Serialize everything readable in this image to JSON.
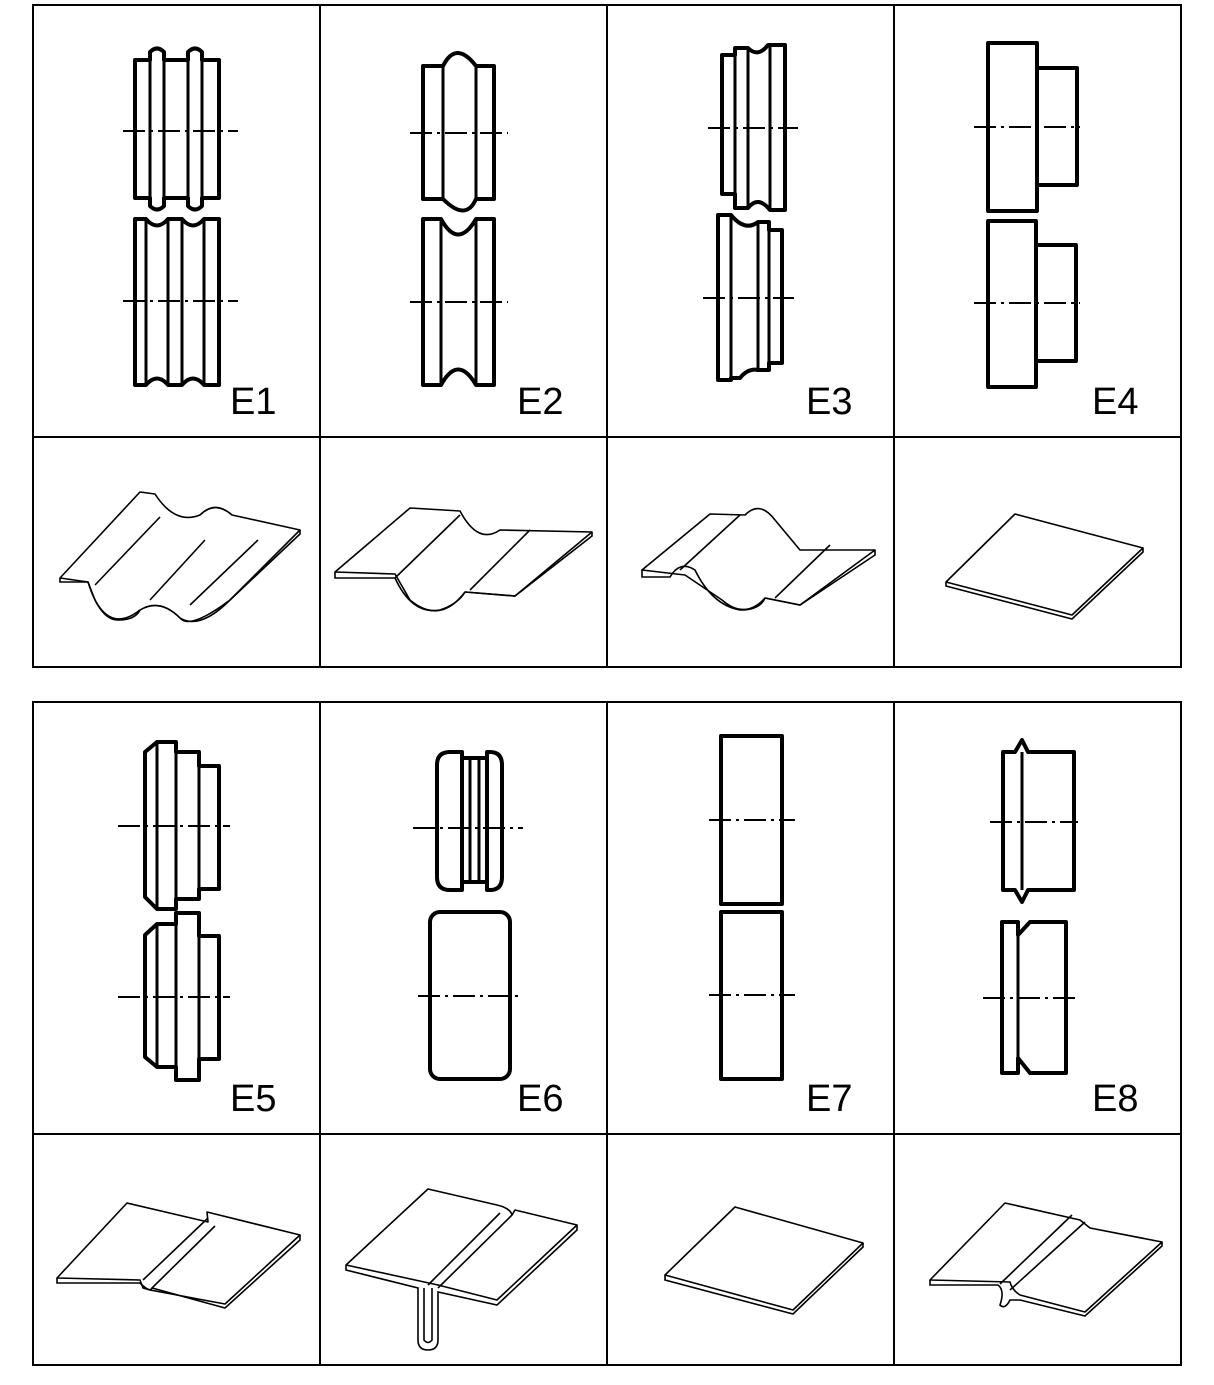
{
  "tools": [
    {
      "id": "E1",
      "label": "E1",
      "profile": "double-bead"
    },
    {
      "id": "E2",
      "label": "E2",
      "profile": "single-bead"
    },
    {
      "id": "E3",
      "label": "E3",
      "profile": "offset-bead"
    },
    {
      "id": "E4",
      "label": "E4",
      "profile": "flat-step"
    },
    {
      "id": "E5",
      "label": "E5",
      "profile": "joggle"
    },
    {
      "id": "E6",
      "label": "E6",
      "profile": "deep-fold"
    },
    {
      "id": "E7",
      "label": "E7",
      "profile": "flat"
    },
    {
      "id": "E8",
      "label": "E8",
      "profile": "offset-joggle"
    }
  ]
}
